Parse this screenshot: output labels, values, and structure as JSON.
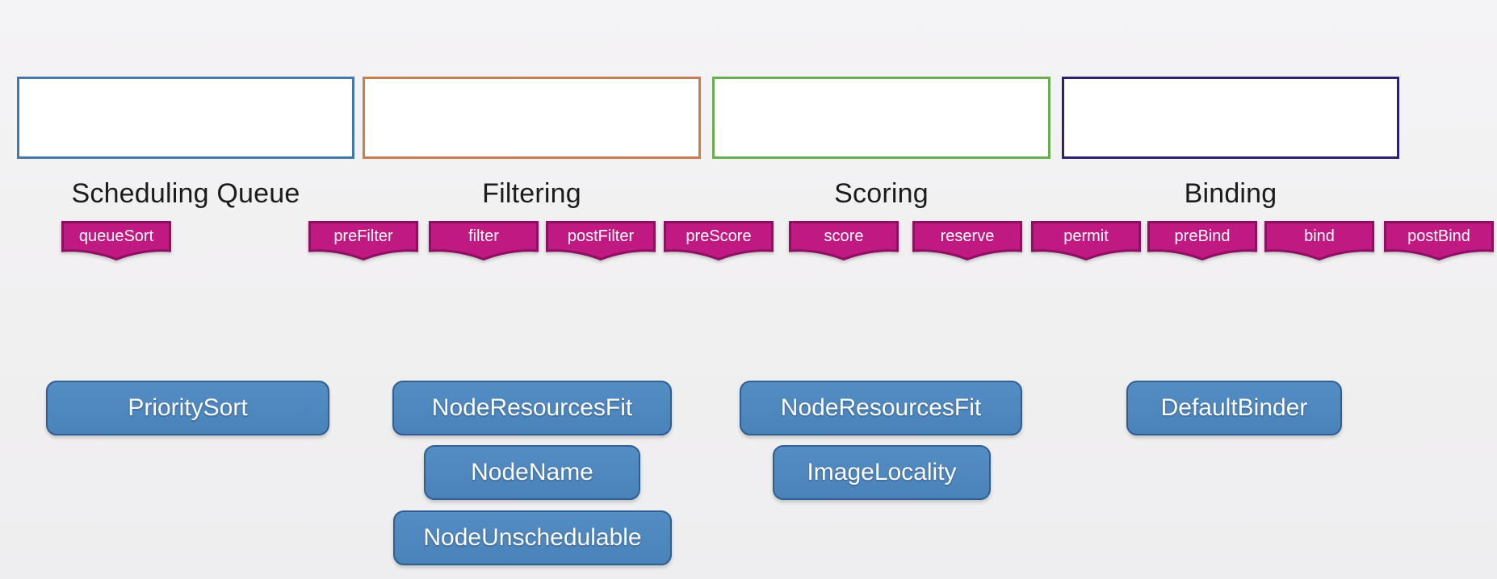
{
  "diagram": {
    "title_hint": "kube-scheduler scheduling framework stages",
    "stages": [
      {
        "label": "Scheduling Queue",
        "border_color": "#4478ab",
        "extension_points": [
          "queueSort"
        ],
        "plugins": [
          "PrioritySort"
        ]
      },
      {
        "label": "Filtering",
        "border_color": "#c87e4f",
        "extension_points": [
          "preFilter",
          "filter",
          "postFilter"
        ],
        "plugins": [
          "NodeResourcesFit",
          "NodeName",
          "NodeUnschedulable"
        ]
      },
      {
        "label": "Scoring",
        "border_color": "#68ad50",
        "extension_points": [
          "preScore",
          "score",
          "reserve"
        ],
        "plugins": [
          "NodeResourcesFit",
          "ImageLocality"
        ]
      },
      {
        "label": "Binding",
        "border_color": "#2e2173",
        "extension_points": [
          "permit",
          "preBind",
          "bind",
          "postBind"
        ],
        "plugins": [
          "DefaultBinder"
        ]
      }
    ],
    "colors": {
      "background": "#f1f0f1",
      "stage_box_fill": "#ffffff",
      "badge_fill": "#c01a82",
      "badge_border": "#8e0f63",
      "badge_text": "#ffffff",
      "plugin_fill": "#4c85bd",
      "plugin_border": "#2f5f91",
      "plugin_text": "#ffffff",
      "label_text": "#1c1c1c"
    }
  }
}
